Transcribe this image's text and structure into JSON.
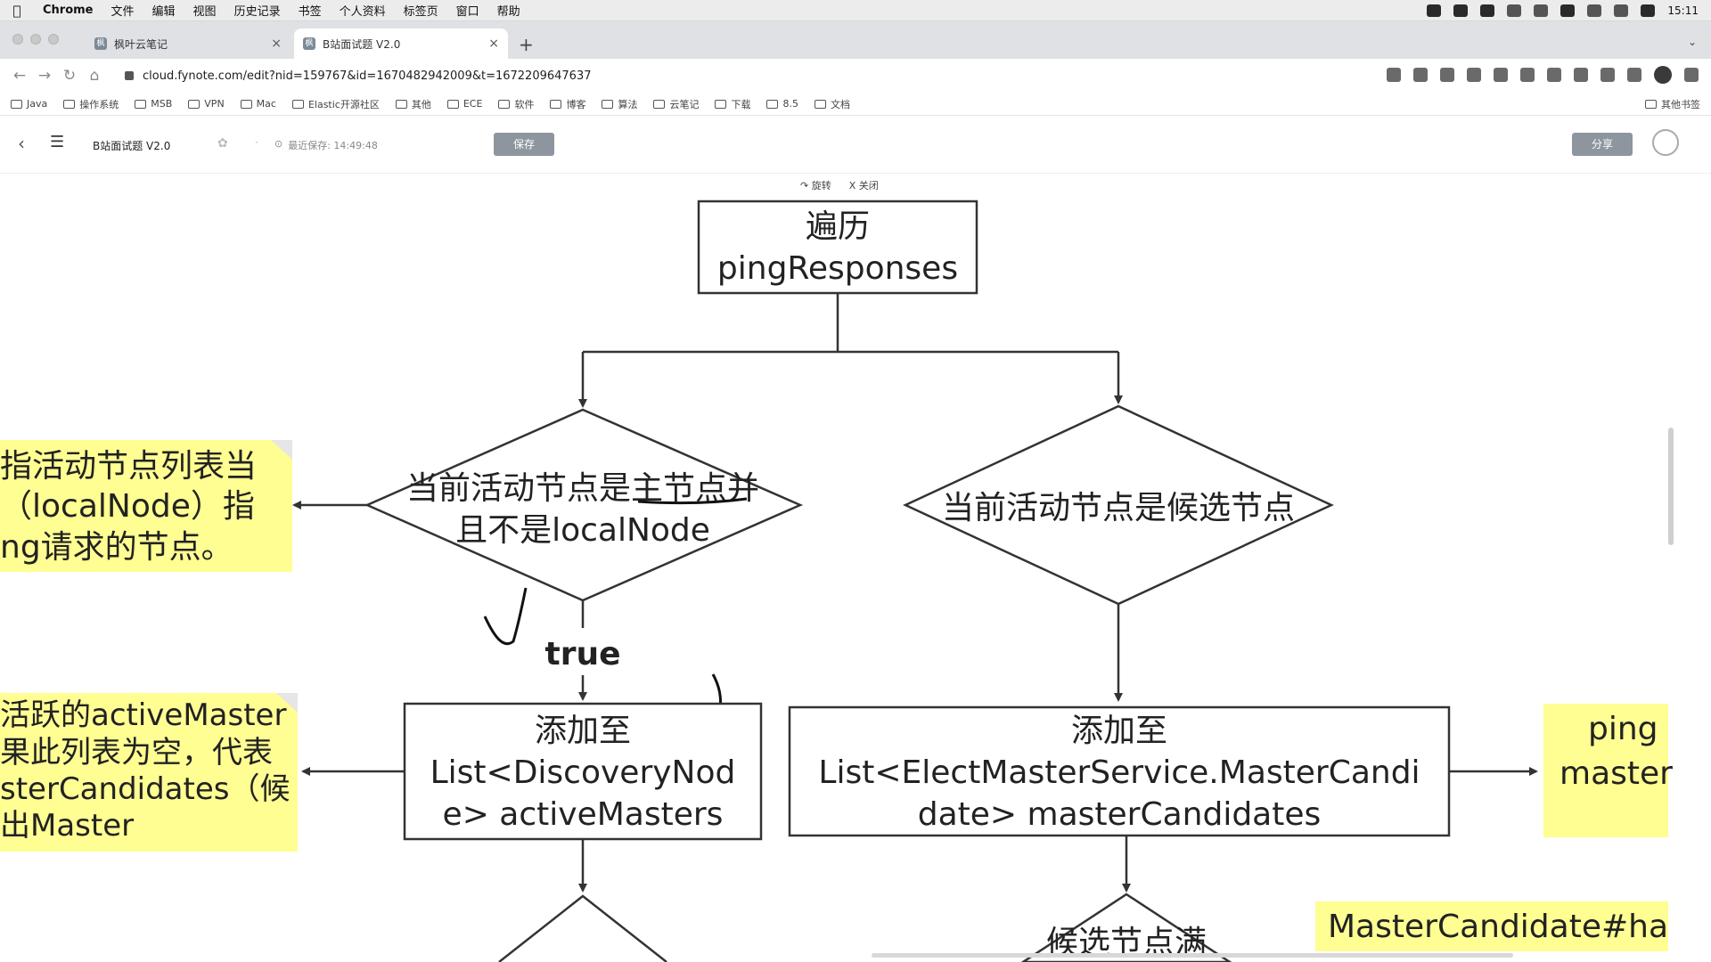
{
  "menubar": {
    "app": "Chrome",
    "items": [
      "文件",
      "编辑",
      "视图",
      "历史记录",
      "书签",
      "个人资料",
      "标签页",
      "窗口",
      "帮助"
    ],
    "clock": "15:11"
  },
  "tabs": [
    {
      "label": "枫叶云笔记",
      "active": false
    },
    {
      "label": "B站面试题 V2.0",
      "active": true
    }
  ],
  "address": "cloud.fynote.com/edit?nid=159767&id=1670482942009&t=1672209647637",
  "bookmarks": [
    "Java",
    "操作系统",
    "MSB",
    "VPN",
    "Mac",
    "Elastic开源社区",
    "其他",
    "ECE",
    "软件",
    "博客",
    "算法",
    "云笔记",
    "下载",
    "8.5",
    "文档"
  ],
  "bookmarks_other": "其他书签",
  "app_header": {
    "doc_title": "B站面试题 V2.0",
    "save_status": "最近保存: 14:49:48",
    "save_label": "保存",
    "share_label": "分享"
  },
  "float_toolbar": {
    "rotate": "旋转",
    "close": "关闭"
  },
  "flow": {
    "top_box": [
      "遍历",
      "pingResponses"
    ],
    "decision_left": [
      "当前活动节点是主节点并",
      "且不是localNode"
    ],
    "decision_right": "当前活动节点是候选节点",
    "true_label": "true",
    "box_left": [
      "添加至",
      "List<DiscoveryNod",
      "e> activeMasters"
    ],
    "box_right": [
      "添加至",
      "List<ElectMasterService.MasterCandi",
      "date> masterCandidates"
    ],
    "bottom_right_partial": "候选节点满",
    "note_left_1": [
      "指活动节点列表当",
      "（localNode）指",
      "ng请求的节点。"
    ],
    "note_left_2": [
      "活跃的activeMaster",
      "果此列表为空，代表",
      "sterCandidates（候",
      "出Master"
    ],
    "note_right": [
      "ping",
      "master"
    ],
    "note_bottom_right": "MasterCandidate#ha",
    "colors": {
      "note": "#fffe93",
      "stroke": "#333333"
    }
  }
}
